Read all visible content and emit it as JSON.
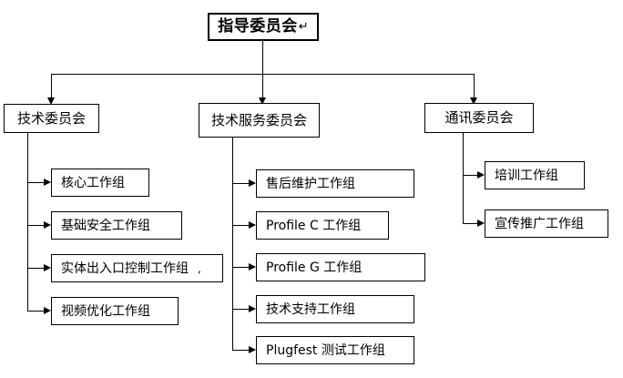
{
  "diagram": {
    "type": "organization-chart",
    "title_text": "指导委员会",
    "root": {
      "label": "指导委员会",
      "pilcrow": "↵"
    },
    "branches": [
      {
        "id": "technical-committee",
        "label": "技术委员会",
        "children": [
          {
            "label": "核心工作组",
            "mark": ""
          },
          {
            "label": "基础安全工作组",
            "mark": ""
          },
          {
            "label": "实体出入口控制工作组",
            "mark": ","
          },
          {
            "label": "视频优化工作组",
            "mark": ""
          }
        ]
      },
      {
        "id": "technical-service-committee",
        "label": "技术服务委员会",
        "children": [
          {
            "label": "售后维护工作组",
            "mark": ""
          },
          {
            "label": "Profile C 工作组",
            "mark": ""
          },
          {
            "label": "Profile G 工作组",
            "mark": ""
          },
          {
            "label": "技术支持工作组",
            "mark": ""
          },
          {
            "label": "Plugfest 测试工作组",
            "mark": ""
          }
        ]
      },
      {
        "id": "communication-committee",
        "label": "通讯委员会",
        "children": [
          {
            "label": "培训工作组",
            "mark": ""
          },
          {
            "label": "宣传推广工作组",
            "mark": ""
          }
        ]
      }
    ],
    "colors": {
      "background": "#ffffff",
      "line": "#000000",
      "text": "#000000",
      "box_fill": "#ffffff"
    }
  }
}
